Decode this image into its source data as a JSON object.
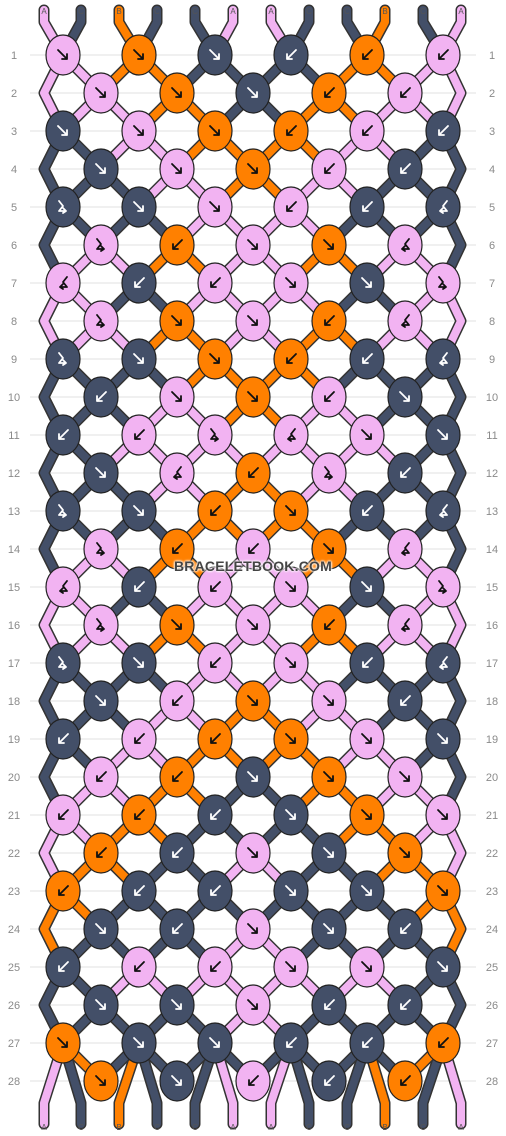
{
  "watermark": "BRACELETBOOK.COM",
  "colors": {
    "A": "#f2b3f2",
    "B": "#ff8000",
    "C": "#434f68"
  },
  "strands_top": [
    "A",
    "C",
    "B",
    "C",
    "C",
    "A",
    "A",
    "C",
    "C",
    "B",
    "C",
    "A"
  ],
  "strands_bottom": [
    "A",
    "C",
    "B",
    "C",
    "C",
    "A",
    "A",
    "C",
    "C",
    "B",
    "C",
    "A"
  ],
  "rows": [
    {
      "label": "1",
      "knots": [
        {
          "c": "A",
          "d": "r"
        },
        {
          "c": "B",
          "d": "r"
        },
        {
          "c": "C",
          "d": "r"
        },
        {
          "c": "C",
          "d": "l"
        },
        {
          "c": "B",
          "d": "l"
        },
        {
          "c": "A",
          "d": "l"
        }
      ]
    },
    {
      "label": "2",
      "knots": [
        {
          "c": "A",
          "d": "r"
        },
        {
          "c": "B",
          "d": "r"
        },
        {
          "c": "C",
          "d": "r"
        },
        {
          "c": "B",
          "d": "l"
        },
        {
          "c": "A",
          "d": "l"
        }
      ]
    },
    {
      "label": "3",
      "knots": [
        {
          "c": "C",
          "d": "r"
        },
        {
          "c": "A",
          "d": "r"
        },
        {
          "c": "B",
          "d": "r"
        },
        {
          "c": "B",
          "d": "l"
        },
        {
          "c": "A",
          "d": "l"
        },
        {
          "c": "C",
          "d": "l"
        }
      ]
    },
    {
      "label": "4",
      "knots": [
        {
          "c": "C",
          "d": "r"
        },
        {
          "c": "A",
          "d": "r"
        },
        {
          "c": "B",
          "d": "r"
        },
        {
          "c": "A",
          "d": "l"
        },
        {
          "c": "C",
          "d": "l"
        }
      ]
    },
    {
      "label": "5",
      "knots": [
        {
          "c": "C",
          "d": "br"
        },
        {
          "c": "C",
          "d": "r"
        },
        {
          "c": "A",
          "d": "r"
        },
        {
          "c": "A",
          "d": "l"
        },
        {
          "c": "C",
          "d": "l"
        },
        {
          "c": "C",
          "d": "bl"
        }
      ]
    },
    {
      "label": "6",
      "knots": [
        {
          "c": "A",
          "d": "br"
        },
        {
          "c": "B",
          "d": "l"
        },
        {
          "c": "A",
          "d": "r"
        },
        {
          "c": "B",
          "d": "r"
        },
        {
          "c": "A",
          "d": "bl"
        }
      ]
    },
    {
      "label": "7",
      "knots": [
        {
          "c": "A",
          "d": "bl"
        },
        {
          "c": "C",
          "d": "l"
        },
        {
          "c": "A",
          "d": "l"
        },
        {
          "c": "A",
          "d": "r"
        },
        {
          "c": "C",
          "d": "r"
        },
        {
          "c": "A",
          "d": "br"
        }
      ]
    },
    {
      "label": "8",
      "knots": [
        {
          "c": "A",
          "d": "br"
        },
        {
          "c": "B",
          "d": "r"
        },
        {
          "c": "A",
          "d": "r"
        },
        {
          "c": "B",
          "d": "l"
        },
        {
          "c": "A",
          "d": "bl"
        }
      ]
    },
    {
      "label": "9",
      "knots": [
        {
          "c": "C",
          "d": "br"
        },
        {
          "c": "C",
          "d": "r"
        },
        {
          "c": "B",
          "d": "r"
        },
        {
          "c": "B",
          "d": "l"
        },
        {
          "c": "C",
          "d": "l"
        },
        {
          "c": "C",
          "d": "bl"
        }
      ]
    },
    {
      "label": "10",
      "knots": [
        {
          "c": "C",
          "d": "l"
        },
        {
          "c": "A",
          "d": "r"
        },
        {
          "c": "B",
          "d": "r"
        },
        {
          "c": "A",
          "d": "l"
        },
        {
          "c": "C",
          "d": "r"
        }
      ]
    },
    {
      "label": "11",
      "knots": [
        {
          "c": "C",
          "d": "l"
        },
        {
          "c": "A",
          "d": "l"
        },
        {
          "c": "A",
          "d": "br"
        },
        {
          "c": "A",
          "d": "bl"
        },
        {
          "c": "A",
          "d": "r"
        },
        {
          "c": "C",
          "d": "r"
        }
      ]
    },
    {
      "label": "12",
      "knots": [
        {
          "c": "C",
          "d": "r"
        },
        {
          "c": "A",
          "d": "bl"
        },
        {
          "c": "B",
          "d": "l"
        },
        {
          "c": "A",
          "d": "br"
        },
        {
          "c": "C",
          "d": "l"
        }
      ]
    },
    {
      "label": "13",
      "knots": [
        {
          "c": "C",
          "d": "br"
        },
        {
          "c": "C",
          "d": "r"
        },
        {
          "c": "B",
          "d": "l"
        },
        {
          "c": "B",
          "d": "r"
        },
        {
          "c": "C",
          "d": "l"
        },
        {
          "c": "C",
          "d": "bl"
        }
      ]
    },
    {
      "label": "14",
      "knots": [
        {
          "c": "A",
          "d": "br"
        },
        {
          "c": "B",
          "d": "l"
        },
        {
          "c": "A",
          "d": "l"
        },
        {
          "c": "B",
          "d": "r"
        },
        {
          "c": "A",
          "d": "bl"
        }
      ]
    },
    {
      "label": "15",
      "knots": [
        {
          "c": "A",
          "d": "bl"
        },
        {
          "c": "C",
          "d": "l"
        },
        {
          "c": "A",
          "d": "l"
        },
        {
          "c": "A",
          "d": "r"
        },
        {
          "c": "C",
          "d": "r"
        },
        {
          "c": "A",
          "d": "br"
        }
      ]
    },
    {
      "label": "16",
      "knots": [
        {
          "c": "A",
          "d": "br"
        },
        {
          "c": "B",
          "d": "r"
        },
        {
          "c": "A",
          "d": "r"
        },
        {
          "c": "B",
          "d": "l"
        },
        {
          "c": "A",
          "d": "bl"
        }
      ]
    },
    {
      "label": "17",
      "knots": [
        {
          "c": "C",
          "d": "br"
        },
        {
          "c": "C",
          "d": "r"
        },
        {
          "c": "A",
          "d": "l"
        },
        {
          "c": "A",
          "d": "r"
        },
        {
          "c": "C",
          "d": "l"
        },
        {
          "c": "C",
          "d": "bl"
        }
      ]
    },
    {
      "label": "18",
      "knots": [
        {
          "c": "C",
          "d": "r"
        },
        {
          "c": "A",
          "d": "l"
        },
        {
          "c": "B",
          "d": "r"
        },
        {
          "c": "A",
          "d": "r"
        },
        {
          "c": "C",
          "d": "l"
        }
      ]
    },
    {
      "label": "19",
      "knots": [
        {
          "c": "C",
          "d": "l"
        },
        {
          "c": "A",
          "d": "l"
        },
        {
          "c": "B",
          "d": "l"
        },
        {
          "c": "B",
          "d": "r"
        },
        {
          "c": "A",
          "d": "r"
        },
        {
          "c": "C",
          "d": "r"
        }
      ]
    },
    {
      "label": "20",
      "knots": [
        {
          "c": "A",
          "d": "l"
        },
        {
          "c": "B",
          "d": "l"
        },
        {
          "c": "C",
          "d": "r"
        },
        {
          "c": "B",
          "d": "r"
        },
        {
          "c": "A",
          "d": "r"
        }
      ]
    },
    {
      "label": "21",
      "knots": [
        {
          "c": "A",
          "d": "l"
        },
        {
          "c": "B",
          "d": "l"
        },
        {
          "c": "C",
          "d": "l"
        },
        {
          "c": "C",
          "d": "r"
        },
        {
          "c": "B",
          "d": "r"
        },
        {
          "c": "A",
          "d": "r"
        }
      ]
    },
    {
      "label": "22",
      "knots": [
        {
          "c": "B",
          "d": "l"
        },
        {
          "c": "C",
          "d": "l"
        },
        {
          "c": "A",
          "d": "r"
        },
        {
          "c": "C",
          "d": "r"
        },
        {
          "c": "B",
          "d": "r"
        }
      ]
    },
    {
      "label": "23",
      "knots": [
        {
          "c": "B",
          "d": "l"
        },
        {
          "c": "C",
          "d": "l"
        },
        {
          "c": "C",
          "d": "l"
        },
        {
          "c": "C",
          "d": "r"
        },
        {
          "c": "C",
          "d": "r"
        },
        {
          "c": "B",
          "d": "r"
        }
      ]
    },
    {
      "label": "24",
      "knots": [
        {
          "c": "C",
          "d": "r"
        },
        {
          "c": "C",
          "d": "l"
        },
        {
          "c": "A",
          "d": "r"
        },
        {
          "c": "C",
          "d": "r"
        },
        {
          "c": "C",
          "d": "l"
        }
      ]
    },
    {
      "label": "25",
      "knots": [
        {
          "c": "C",
          "d": "l"
        },
        {
          "c": "A",
          "d": "l"
        },
        {
          "c": "A",
          "d": "l"
        },
        {
          "c": "A",
          "d": "r"
        },
        {
          "c": "A",
          "d": "r"
        },
        {
          "c": "C",
          "d": "r"
        }
      ]
    },
    {
      "label": "26",
      "knots": [
        {
          "c": "C",
          "d": "r"
        },
        {
          "c": "C",
          "d": "r"
        },
        {
          "c": "A",
          "d": "r"
        },
        {
          "c": "C",
          "d": "l"
        },
        {
          "c": "C",
          "d": "l"
        }
      ]
    },
    {
      "label": "27",
      "knots": [
        {
          "c": "B",
          "d": "r"
        },
        {
          "c": "C",
          "d": "r"
        },
        {
          "c": "C",
          "d": "r"
        },
        {
          "c": "C",
          "d": "l"
        },
        {
          "c": "C",
          "d": "l"
        },
        {
          "c": "B",
          "d": "l"
        }
      ]
    },
    {
      "label": "28",
      "knots": [
        {
          "c": "B",
          "d": "r"
        },
        {
          "c": "C",
          "d": "r"
        },
        {
          "c": "A",
          "d": "l"
        },
        {
          "c": "C",
          "d": "l"
        },
        {
          "c": "B",
          "d": "l"
        }
      ]
    }
  ]
}
